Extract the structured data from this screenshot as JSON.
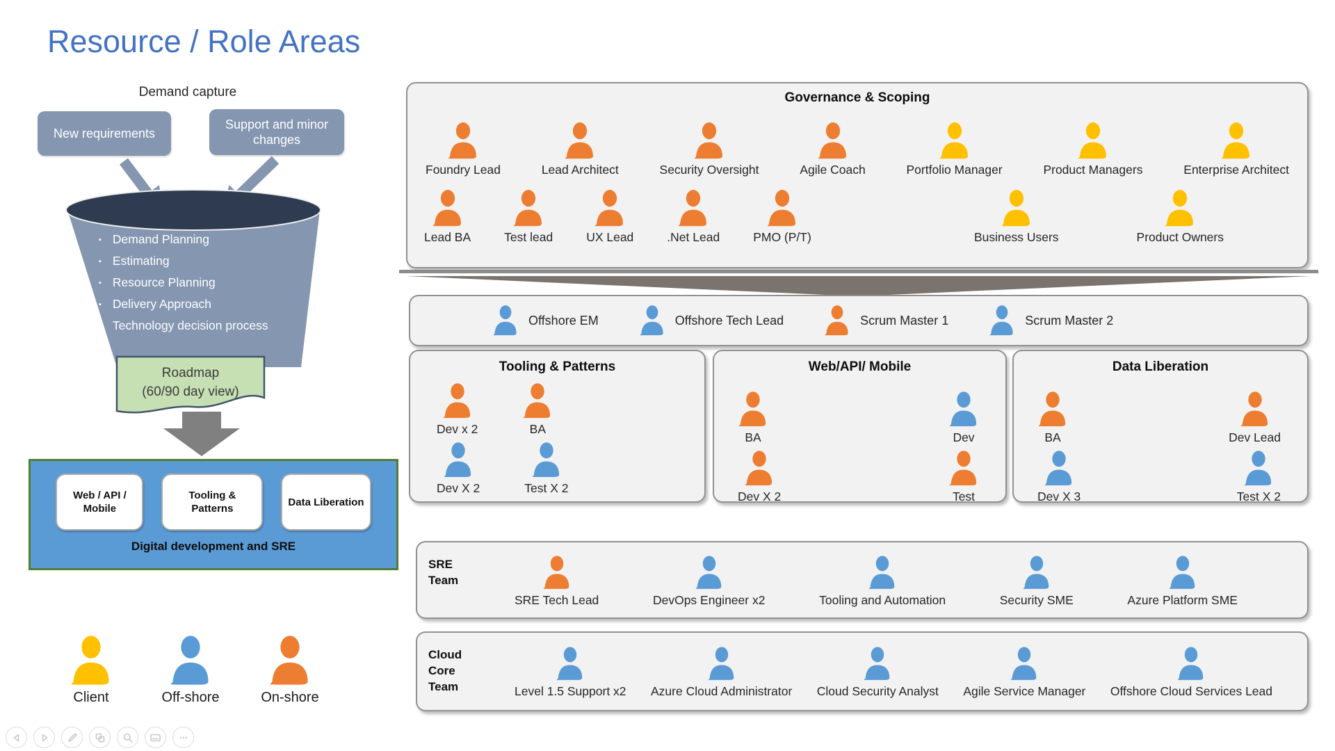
{
  "slide": {
    "title": "Resource / Role Areas"
  },
  "colors": {
    "client": "#FFC000",
    "offshore": "#5B9BD5",
    "onshore": "#ED7D31",
    "title_blue": "#4472C4",
    "funnel_gray": "#8496B0",
    "funnel_top": "#2F3B50",
    "roadmap_green": "#C6E0B4",
    "container_blue": "#5B9BD5",
    "container_border_green": "#507E32"
  },
  "demand": {
    "caption": "Demand capture",
    "inputs": [
      "New requirements",
      "Support and minor changes"
    ],
    "funnel_items": [
      "Demand Planning",
      "Estimating",
      "Resource Planning",
      "Delivery Approach",
      "Technology decision process"
    ],
    "roadmap": {
      "line1": "Roadmap",
      "line2": "(60/90 day view)"
    },
    "container": {
      "title": "Digital development and SRE",
      "boxes": [
        "Web / API / Mobile",
        "Tooling & Patterns",
        "Data Liberation"
      ]
    }
  },
  "legend": {
    "items": [
      {
        "label": "Client",
        "type": "client"
      },
      {
        "label": "Off-shore",
        "type": "offshore"
      },
      {
        "label": "On-shore",
        "type": "onshore"
      }
    ]
  },
  "governance": {
    "title": "Governance & Scoping",
    "row1": [
      {
        "label": "Foundry Lead",
        "type": "onshore"
      },
      {
        "label": "Lead Architect",
        "type": "onshore"
      },
      {
        "label": "Security Oversight",
        "type": "onshore"
      },
      {
        "label": "Agile Coach",
        "type": "onshore"
      },
      {
        "label": "Portfolio Manager",
        "type": "client"
      },
      {
        "label": "Product Managers",
        "type": "client"
      },
      {
        "label": "Enterprise Architect",
        "type": "client"
      }
    ],
    "row2_left": [
      {
        "label": "Lead BA",
        "type": "onshore"
      },
      {
        "label": "Test lead",
        "type": "onshore"
      },
      {
        "label": "UX Lead",
        "type": "onshore"
      },
      {
        "label": ".Net Lead",
        "type": "onshore"
      },
      {
        "label": "PMO (P/T)",
        "type": "onshore"
      }
    ],
    "row2_right": [
      {
        "label": "Business Users",
        "type": "client"
      },
      {
        "label": "Product Owners",
        "type": "client"
      }
    ]
  },
  "scrum_row": [
    {
      "label": "Offshore EM",
      "type": "offshore"
    },
    {
      "label": "Offshore Tech Lead",
      "type": "offshore"
    },
    {
      "label": "Scrum Master 1",
      "type": "onshore"
    },
    {
      "label": "Scrum Master 2",
      "type": "offshore"
    }
  ],
  "teams": [
    {
      "title": "Tooling & Patterns",
      "row1": [
        {
          "label": "Dev x 2",
          "type": "onshore"
        },
        {
          "label": "BA",
          "type": "onshore"
        }
      ],
      "row2": [
        {
          "label": "Dev X 2",
          "type": "offshore"
        },
        {
          "label": "Test X 2",
          "type": "offshore"
        }
      ]
    },
    {
      "title": "Web/API/ Mobile",
      "row1": [
        {
          "label": "BA",
          "type": "onshore"
        },
        {
          "label": "Dev",
          "type": "offshore"
        }
      ],
      "row2": [
        {
          "label": "Dev X 2",
          "type": "onshore"
        },
        {
          "label": "Test",
          "type": "onshore"
        }
      ]
    },
    {
      "title": "Data Liberation",
      "row1": [
        {
          "label": "BA",
          "type": "onshore"
        },
        {
          "label": "Dev Lead",
          "type": "onshore"
        }
      ],
      "row2": [
        {
          "label": "Dev X 3",
          "type": "offshore"
        },
        {
          "label": "Test X 2",
          "type": "offshore"
        }
      ]
    }
  ],
  "sre_team": {
    "title_lines": [
      "SRE",
      "Team"
    ],
    "roles": [
      {
        "label": "SRE Tech Lead",
        "type": "onshore"
      },
      {
        "label": "DevOps Engineer x2",
        "type": "offshore"
      },
      {
        "label": "Tooling and Automation",
        "type": "offshore"
      },
      {
        "label": "Security SME",
        "type": "offshore"
      },
      {
        "label": "Azure Platform SME",
        "type": "offshore"
      }
    ]
  },
  "cloud_core_team": {
    "title_lines": [
      "Cloud",
      "Core",
      "Team"
    ],
    "roles": [
      {
        "label": "Level 1.5 Support x2",
        "type": "offshore"
      },
      {
        "label": "Azure Cloud Administrator",
        "type": "offshore"
      },
      {
        "label": "Cloud Security Analyst",
        "type": "offshore"
      },
      {
        "label": "Agile Service Manager",
        "type": "offshore"
      },
      {
        "label": "Offshore Cloud Services Lead",
        "type": "offshore"
      }
    ]
  },
  "toolbar": {
    "icons": [
      "previous",
      "next",
      "pen",
      "slide-navigator",
      "zoom",
      "subtitles",
      "more"
    ]
  }
}
